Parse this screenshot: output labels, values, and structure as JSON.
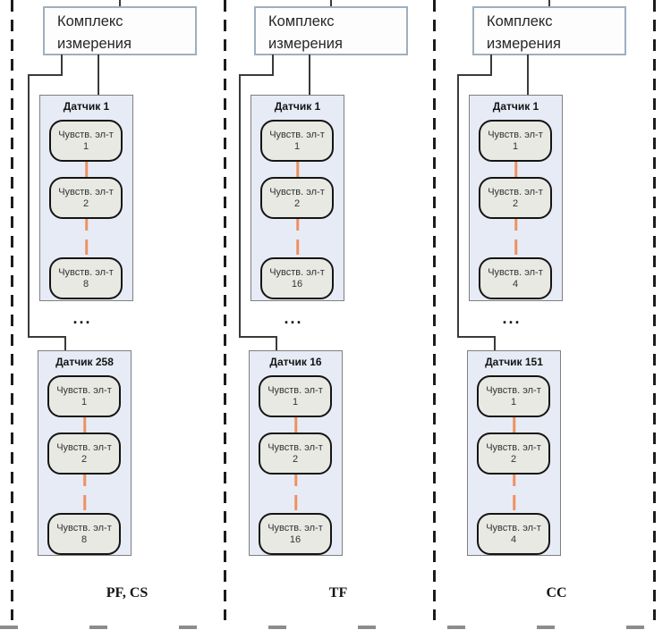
{
  "colors": {
    "panel_fill": "#e7ebf6",
    "panel_border": "#7f7f7f",
    "element_fill": "#e9e9e3",
    "element_border": "#141414",
    "element_link_orange": "#ee9160",
    "complex_box_border": "#9fafbf",
    "connector_line": "#3a3a3a"
  },
  "columns": [
    {
      "complex_label": "Комплекс измерения",
      "ellipsis": "...",
      "zone_label": "PF, CS",
      "sensor_top": {
        "title": "Датчик 1",
        "elements": [
          "Чувств. эл-т 1",
          "Чувств. эл-т 2",
          "Чувств. эл-т 8"
        ]
      },
      "sensor_bottom": {
        "title": "Датчик 258",
        "elements": [
          "Чувств. эл-т 1",
          "Чувств. эл-т 2",
          "Чувств. эл-т 8"
        ]
      }
    },
    {
      "complex_label": "Комплекс измерения",
      "ellipsis": "...",
      "zone_label": "TF",
      "sensor_top": {
        "title": "Датчик 1",
        "elements": [
          "Чувств. эл-т 1",
          "Чувств. эл-т 2",
          "Чувств. эл-т 16"
        ]
      },
      "sensor_bottom": {
        "title": "Датчик 16",
        "elements": [
          "Чувств. эл-т 1",
          "Чувств. эл-т 2",
          "Чувств. эл-т 16"
        ]
      }
    },
    {
      "complex_label": "Комплекс измерения",
      "ellipsis": "...",
      "zone_label": "CC",
      "sensor_top": {
        "title": "Датчик 1",
        "elements": [
          "Чувств. эл-т 1",
          "Чувств. эл-т 2",
          "Чувств. эл-т 4"
        ]
      },
      "sensor_bottom": {
        "title": "Датчик 151",
        "elements": [
          "Чувств. эл-т 1",
          "Чувств. эл-т 2",
          "Чувств. эл-т 4"
        ]
      }
    }
  ]
}
